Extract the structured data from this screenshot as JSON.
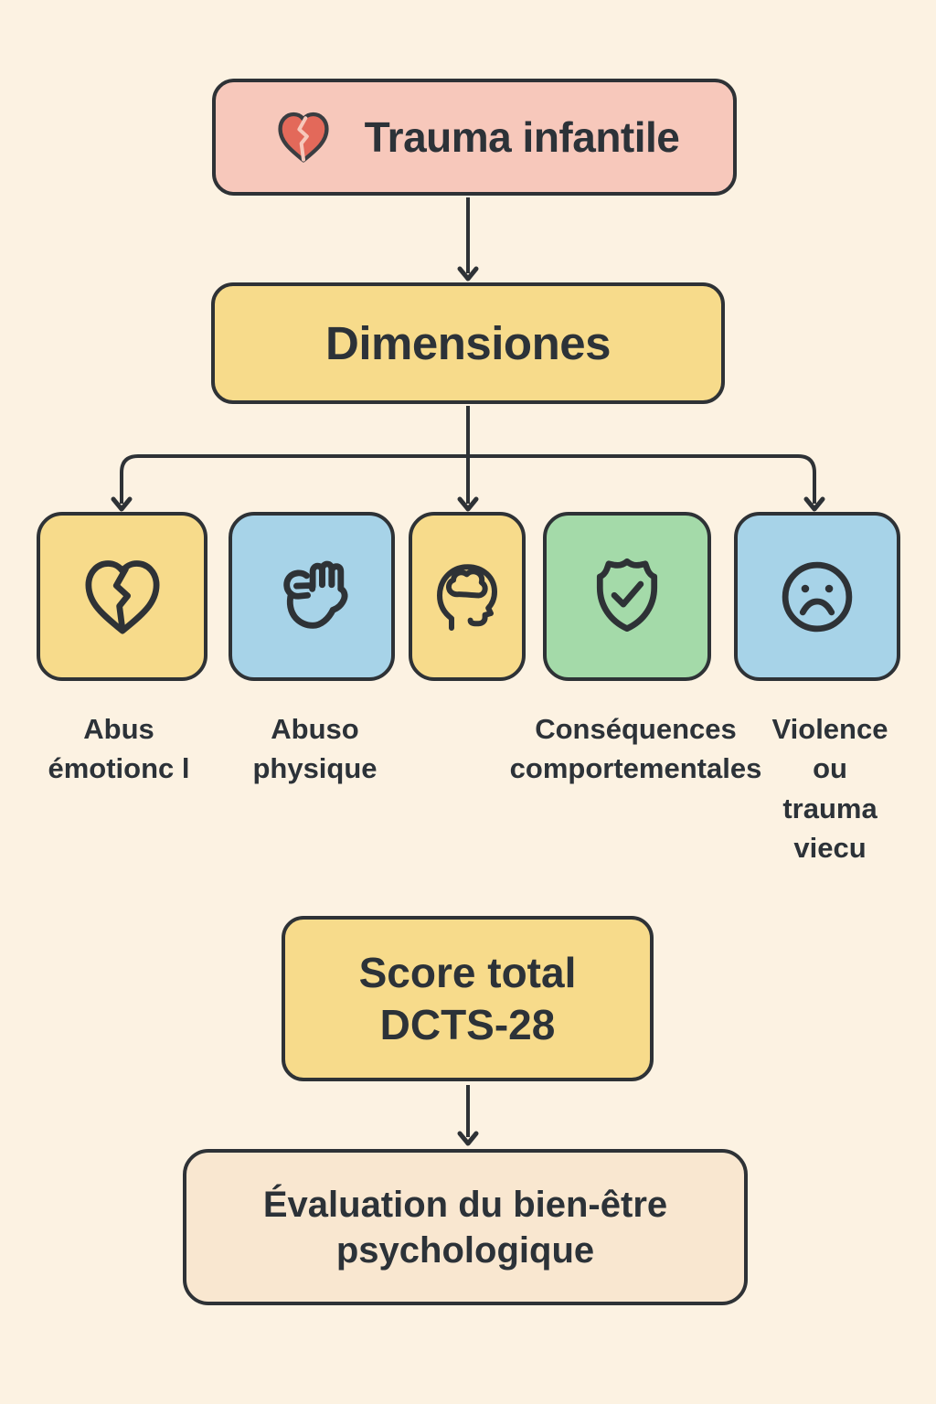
{
  "colors": {
    "background": "#fcf2e2",
    "outline": "#2e3236",
    "text": "#2c3238",
    "root_pink": "#f7c8bb",
    "yellow": "#f7db8b",
    "blue": "#a7d3e8",
    "green": "#a4daa9",
    "cream": "#f9e7d0",
    "heart_red": "#e3695a"
  },
  "flowchart": {
    "root": {
      "label": "Trauma infantile",
      "icon": "broken-heart-icon"
    },
    "dimensions": {
      "label": "Dimensiones"
    },
    "dimension_boxes": [
      {
        "icon": "broken-heart-icon",
        "color": "#f7db8b",
        "label": "Abus émotionc l"
      },
      {
        "icon": "raised-fist-icon",
        "color": "#a7d3e8",
        "label": "Abuso physique"
      },
      {
        "icon": "head-brain-icon",
        "color": "#f7db8b",
        "label": ""
      },
      {
        "icon": "shield-check-icon",
        "color": "#a4daa9",
        "label": "Conséquences comportementales"
      },
      {
        "icon": "sad-face-icon",
        "color": "#a7d3e8",
        "label": "Violence ou trauma viecu"
      }
    ],
    "score_box": {
      "line1": "Score total",
      "line2": "DCTS-28"
    },
    "evaluation_box": {
      "label": "Évaluation du bien-être psychologique"
    }
  }
}
